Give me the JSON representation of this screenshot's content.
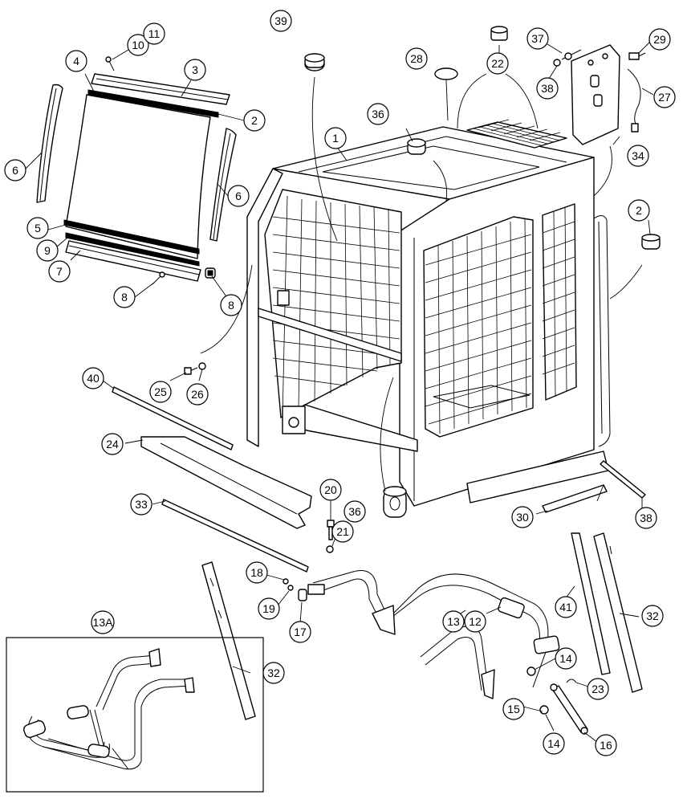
{
  "callouts": {
    "c1": "1",
    "c2a": "2",
    "c2b": "2",
    "c3": "3",
    "c4": "4",
    "c5": "5",
    "c6a": "6",
    "c6b": "6",
    "c7": "7",
    "c8a": "8",
    "c8b": "8",
    "c9": "9",
    "c10": "10",
    "c11": "11",
    "c12": "12",
    "c13": "13",
    "c14a": "14",
    "c14b": "14",
    "c15": "15",
    "c16": "16",
    "c17": "17",
    "c18": "18",
    "c19": "19",
    "c20": "20",
    "c21": "21",
    "c22": "22",
    "c23": "23",
    "c24": "24",
    "c25": "25",
    "c26": "26",
    "c27": "27",
    "c28": "28",
    "c29": "29",
    "c30": "30",
    "c32a": "32",
    "c32b": "32",
    "c33": "33",
    "c34": "34",
    "c36a": "36",
    "c36b": "36",
    "c37": "37",
    "c38a": "38",
    "c38b": "38",
    "c39": "39",
    "c40": "40",
    "c41": "41",
    "c13a": "13A"
  }
}
